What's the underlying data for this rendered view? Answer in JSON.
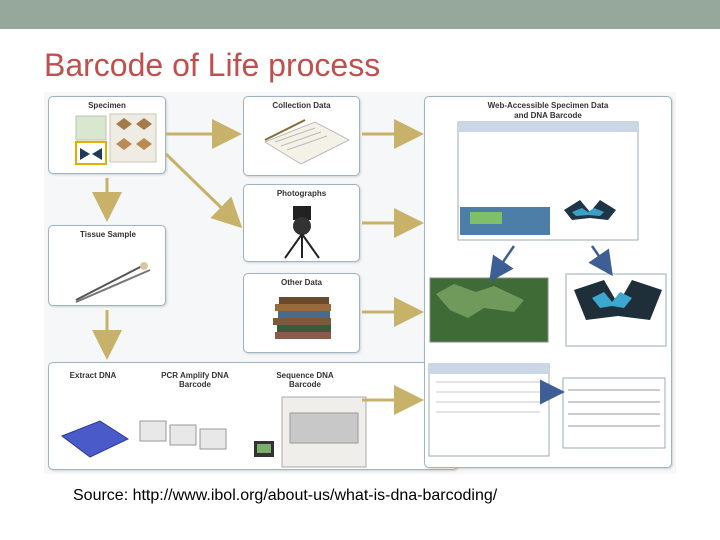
{
  "slide": {
    "title": "Barcode of Life process",
    "caption": "Source: http://www.ibol.org/about-us/what-is-dna-barcoding/"
  },
  "diagram": {
    "specimen": "Specimen",
    "collection_data": "Collection Data",
    "photographs": "Photographs",
    "other_data": "Other Data",
    "tissue_sample": "Tissue Sample",
    "web_title_line1": "Web-Accessible Specimen Data",
    "web_title_line2": "and DNA Barcode",
    "extract_dna": "Extract DNA",
    "pcr": "PCR Amplify DNA Barcode",
    "sequence": "Sequence DNA Barcode"
  },
  "colors": {
    "top_bar": "#96a89c",
    "title": "#c0504d",
    "arrow": "#c8b26a",
    "panel_border": "#9fb4c2"
  }
}
